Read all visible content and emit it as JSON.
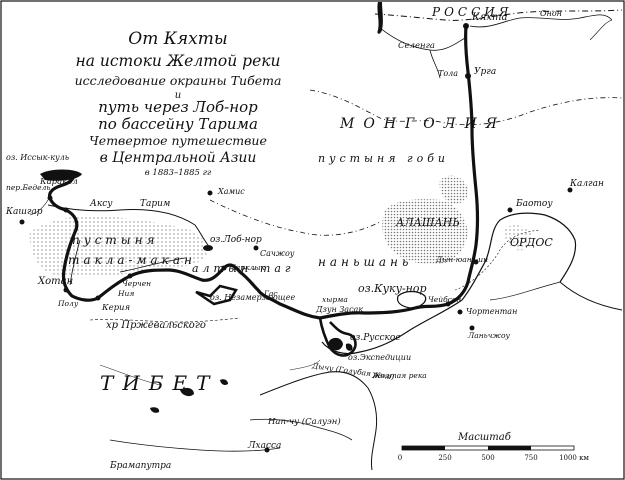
{
  "title": {
    "line1": "От Кяхты",
    "line2": "на истоки Желтой реки",
    "line3": "исследование окраины Тибета",
    "line4": "и",
    "line5": "путь через Лоб-нор",
    "line6": "по бассейну Тарима",
    "line7": "Четвертое путешествие",
    "line8": "в Центральной Азии",
    "years": "в 1883–1885 гг"
  },
  "regions": {
    "russia": "РОССИЯ",
    "mongolia": "МОНГОЛИЯ",
    "gobi": "пустыня гоби",
    "taklamakan1": "пустыня",
    "taklamakan2": "такла-макан",
    "altyntag": "алтын-таг",
    "nanshan": "наньшань",
    "tibet": "ТИБЕТ",
    "alashan": "АЛАШАНЬ",
    "ordos": "ОРДОС",
    "przhevalsky_ridge": "хр Пржевальского"
  },
  "places": {
    "kyakhta": "Кяхта",
    "selenga": "Селенга",
    "urga": "Урга",
    "tola": "Тола",
    "onon": "Онон",
    "issykkul": "оз.\nИссык-куль",
    "bedel": "пер.Бедель",
    "karakol": "Каракол",
    "kashgar": "Кашгар",
    "aksu": "Аксу",
    "tarim": "Тарим",
    "hami": "Хамис",
    "lobnor": "оз.Лоб-нор",
    "sachzhou": "Сачжоу",
    "khotan": "Хотан",
    "polu": "Полу",
    "keriya": "Керия",
    "cherchen": "Черчен",
    "nia": "Ния",
    "charklyk": "Чарклык",
    "gas": "Гас",
    "nezamerz": "оз.\nНезамерзающее",
    "kuku_nor": "оз.Куку-нор",
    "chejbsen": "Чейбсен",
    "dzun_zasak": "Дзун Засак",
    "khyrma": "хырма",
    "dyn_yuan_in": "Дын-юань-ин",
    "chortentan": "Чортентан",
    "lanzhou": "Ланьчжоу",
    "baotou": "Баотоу",
    "kalgan": "Калган",
    "russkoe": "оз.Русское",
    "ekspedicii": "оз.Экспедиции",
    "yangtze": "Дычу (Голубая река)",
    "yellow_river": "Желтая река",
    "napchu": "Нап-чу (Салуэн)",
    "lhasa": "Лхасса",
    "brahmaputra": "Брамапутра"
  },
  "scale": {
    "title": "Масштаб",
    "ticks": [
      "0",
      "250",
      "500",
      "750",
      "1000 км"
    ]
  },
  "colors": {
    "ink": "#111111",
    "desert": "#9a9a9a",
    "paper": "#ffffff"
  }
}
